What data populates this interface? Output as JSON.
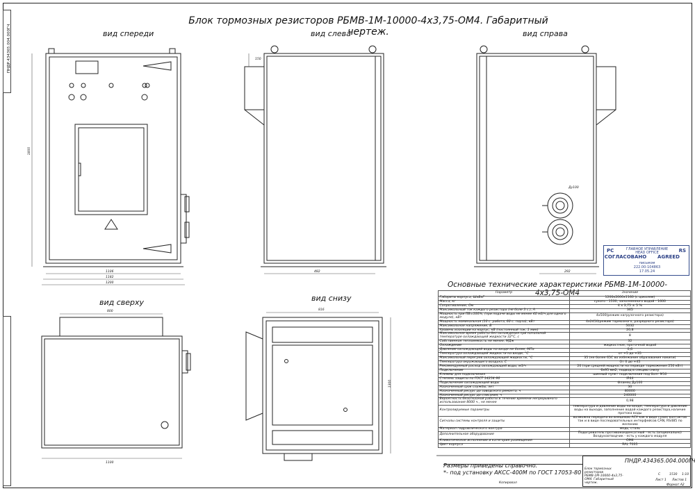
{
  "title": "Блок тормозных резисторов РБМВ-1М-10000-4х3,75-ОМ4. Габаритный чертеж.",
  "views": {
    "front": "вид спереди",
    "left": "вид слева",
    "right": "вид справа",
    "top": "вид сверху",
    "bottom": "вид снизу"
  },
  "side_stamp": "ПНДР.434365.004.000ГЧ",
  "dims": {
    "front_w1": "1106",
    "front_w2": "1182",
    "front_w3": "1200",
    "front_h": "1800",
    "left_d": "482",
    "left_top": "150",
    "right_pipe": "Ду100",
    "right_d": "292",
    "top_w": "800",
    "top_d": "1100",
    "bottom_w": "816",
    "bottom_d": "1300"
  },
  "spec": {
    "title": "Основные технические характеристики РБМВ-1М-10000-4х3,75-ОМ4",
    "header_param": "Параметр",
    "header_value": "Значение",
    "rows": [
      [
        "Габариты корпуса, ШхВхГ",
        "1200х2000х1160 (с цоколем)"
      ],
      [
        "Масса, кг",
        "сухого - 1530, заполненного водой - 1600"
      ],
      [
        "Сопротивление, Ом",
        "4 х 3,75 ± 5 %"
      ],
      [
        "Максимальный ток каждого резистора (не боле 3 с.), А",
        "365"
      ],
      [
        "Мощность при ПВ=100%, (при подаче воды не менее 40 м3/ч для одного модуля), кВт",
        "4х500(режим нагрузочного резистора)"
      ],
      [
        "Мощность номинальная (10 с. работа, 60 с. пауза), кВт",
        "4х2450(режим тормозного, разрядного резистора)"
      ],
      [
        "Максимальное напряжение, В",
        "5032"
      ],
      [
        "Уровень изоляции на корпус, кВ (постоянный ток, 1 мин)",
        "20,8"
      ],
      [
        "Максимальное время работы без охлаждения при начальной температуре охлаждающей жидкости 32°С, с",
        "8"
      ],
      [
        "Собственная теплоемкость не менее, МДж",
        "32"
      ],
      [
        "Охлаждение",
        "жидкостное, проточной водой"
      ],
      [
        "Давление охлаждающей воды на входе не более, МПа",
        "0,6"
      ],
      [
        "Температура охлаждающей жидкости на входе, °С",
        "от +5 до +35"
      ],
      [
        "Максимальный перегрев охлаждающей жидкости, °С",
        "35 (не более 65С во избежание образования накипи)"
      ],
      [
        "Температура окружающего воздуха, С",
        "От 0 до +45"
      ],
      [
        "Рекомендуемый расход охлаждающей воды, м3/ч",
        "20 (при средней мощности на периоде торможения 250 кВт)"
      ],
      [
        "Подключение",
        "6х95 мм2, подвод в секцию снизу"
      ],
      [
        "Клеммы для подключения",
        "шинный пункт подключения под болт М10"
      ],
      [
        "Степень защиты по ГОСТ 14254-96",
        "IP44"
      ],
      [
        "Подключение охлаждающей воды",
        "Фланец Ду100"
      ],
      [
        "Назначенный срок службы, лет",
        "30"
      ],
      [
        "Назначенный ресурс до заводского ремонта, ч",
        "80000"
      ],
      [
        "Назначенный ресурс до списания, ч",
        "240000"
      ],
      [
        "Вероятность безотказной работы в течение времени непрерывного использования 8000 ч., не менее",
        "0,98"
      ],
      [
        "Контролируемые параметры",
        "температура и давление воды на входе, температура и давление воды на выходе, заполнение водой каждого резистора,наличие протока воды"
      ],
      [
        "Сигналы системы контроля и защиты",
        "возможна передача во внешнюю АСУ как в виде сухих контактов так и в виде последовательных интерфейсов CAN, RS485 по желанию"
      ],
      [
        "Материал гидравлического контура",
        "медь, сталь"
      ],
      [
        "Дополнительное оборудование",
        "Подогреватель противоконденсатный - есть (опционально) Воздухоотводчик - есть у каждого модуля"
      ],
      [
        "Климатическое исполнение и категория размещения",
        "ОМ4"
      ],
      [
        "Цвет корпуса",
        "RAL 7035"
      ]
    ]
  },
  "notes": {
    "line1": "Размеры приведены справочно.",
    "line2": "*- под установку АКСС-400М по ГОСТ 17053-80"
  },
  "stamp": {
    "org": "ГЛАВНОЕ УПРАВЛЕНИЕ",
    "org_en": "HEAD OFFICE",
    "left": "РС",
    "right": "RS",
    "agreed_ru": "СОГЛАСОВАНО",
    "agreed_en": "AGREED",
    "sign_label": "письмом",
    "letter_no": "222.00-104863",
    "date": "17.05.24"
  },
  "title_block": {
    "code": "ПНДР.434365.004.000ГЧ",
    "name": "Блок тормозных резисторов РБМВ-1М-10000-4х3,75-ОМ4. Габаритный чертеж.",
    "mass": "1530",
    "scale": "1:10",
    "sheet": "Лист 1",
    "sheets": "Листов 1",
    "format": "Формат А2",
    "copied": "Копировал",
    "letter": "С"
  },
  "colors": {
    "line": "#222222",
    "thin": "#555555",
    "stamp": "#2a3f85"
  }
}
